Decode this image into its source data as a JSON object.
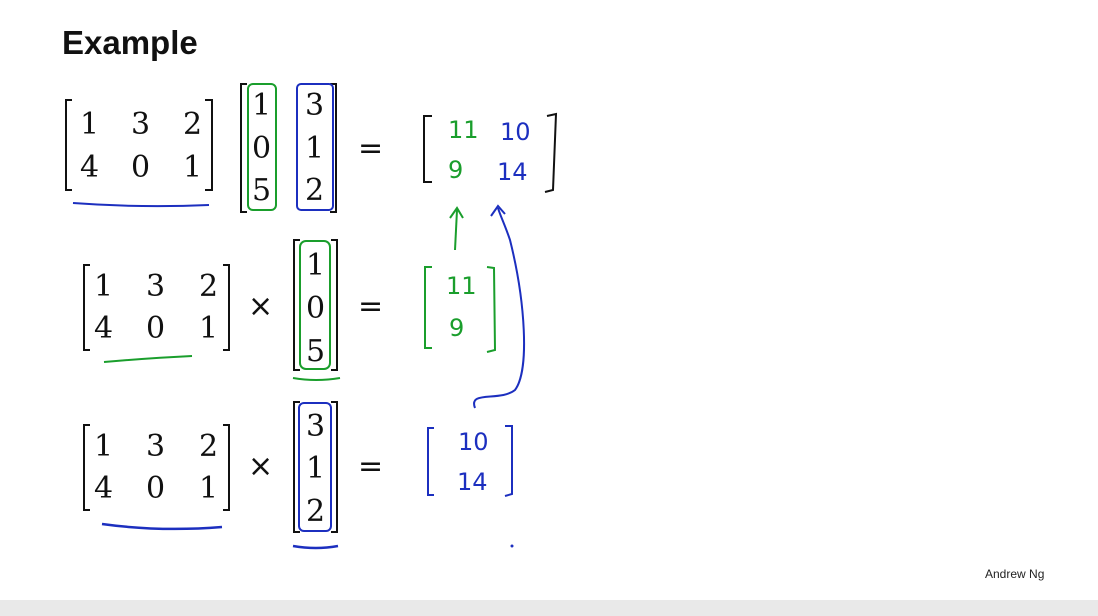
{
  "slide": {
    "title": "Example",
    "author": "Andrew Ng"
  },
  "equation1": {
    "matrix_a": [
      [
        "1",
        "3",
        "2"
      ],
      [
        "4",
        "0",
        "1"
      ]
    ],
    "vector_1": [
      "1",
      "0",
      "5"
    ],
    "vector_2": [
      "3",
      "1",
      "2"
    ],
    "equals": "=",
    "result": [
      [
        "11",
        "10"
      ],
      [
        "9",
        "14"
      ]
    ]
  },
  "equation2": {
    "matrix_a": [
      [
        "1",
        "3",
        "2"
      ],
      [
        "4",
        "0",
        "1"
      ]
    ],
    "times": "×",
    "vector": [
      "1",
      "0",
      "5"
    ],
    "equals": "=",
    "result": [
      "11",
      "9"
    ]
  },
  "equation3": {
    "matrix_a": [
      [
        "1",
        "3",
        "2"
      ],
      [
        "4",
        "0",
        "1"
      ]
    ],
    "times": "×",
    "vector": [
      "3",
      "1",
      "2"
    ],
    "equals": "=",
    "result": [
      "10",
      "14"
    ]
  },
  "colors": {
    "green_ink": "#1a9e2c",
    "blue_ink": "#1c2fbf",
    "text": "#111111"
  }
}
